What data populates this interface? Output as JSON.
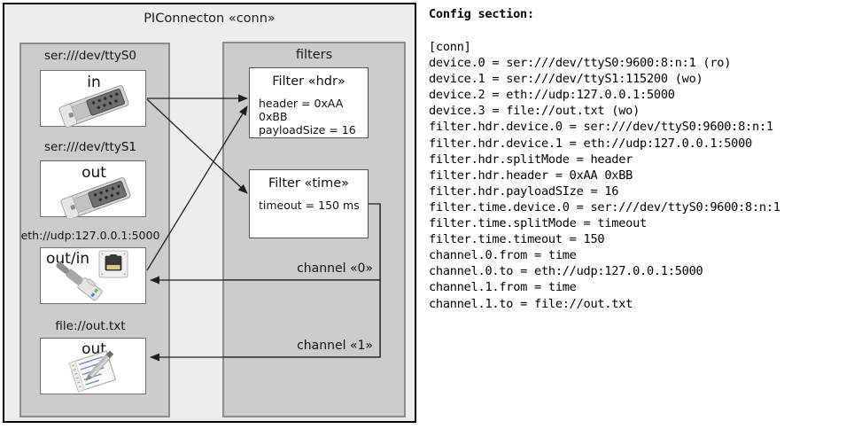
{
  "diagram": {
    "title": "PIConnecton «conn»",
    "devices_panel": {
      "items": [
        {
          "label": "ser:///dev/ttyS0",
          "direction": "in",
          "icon": "serial-db9-icon"
        },
        {
          "label": "ser:///dev/ttyS1",
          "direction": "out",
          "icon": "serial-db9-icon"
        },
        {
          "label": "eth://udp:127.0.0.1:5000",
          "direction": "out/in",
          "icon": "ethernet-rj45-icon"
        },
        {
          "label": "file://out.txt",
          "direction": "out",
          "icon": "text-file-pencil-icon"
        }
      ]
    },
    "filters_panel": {
      "title": "filters",
      "filters": [
        {
          "title": "Filter «hdr»",
          "props": [
            "header = 0xAA 0xBB",
            "payloadSize = 16"
          ]
        },
        {
          "title": "Filter «time»",
          "props": [
            "timeout = 150 ms"
          ]
        }
      ],
      "channels": [
        {
          "label": "channel «0»"
        },
        {
          "label": "channel «1»"
        }
      ]
    },
    "colors": {
      "outer_fill": "#ededed",
      "panel_fill": "#cccccc",
      "panel_border": "#8c8c8c",
      "box_fill": "#ffffff",
      "stroke": "#333333"
    }
  },
  "config": {
    "heading": "Config section:",
    "lines": [
      "[conn]",
      "device.0 = ser:///dev/ttyS0:9600:8:n:1 (ro)",
      "device.1 = ser:///dev/ttyS1:115200 (wo)",
      "device.2 = eth://udp:127.0.0.1:5000",
      "device.3 = file://out.txt (wo)",
      "filter.hdr.device.0 = ser:///dev/ttyS0:9600:8:n:1",
      "filter.hdr.device.1 = eth://udp:127.0.0.1:5000",
      "filter.hdr.splitMode = header",
      "filter.hdr.header = 0xAA 0xBB",
      "filter.hdr.payloadSIze = 16",
      "filter.time.device.0 = ser:///dev/ttyS0:9600:8:n:1",
      "filter.time.splitMode = timeout",
      "filter.time.timeout = 150",
      "channel.0.from = time",
      "channel.0.to = eth://udp:127.0.0.1:5000",
      "channel.1.from = time",
      "channel.1.to = file://out.txt"
    ]
  }
}
